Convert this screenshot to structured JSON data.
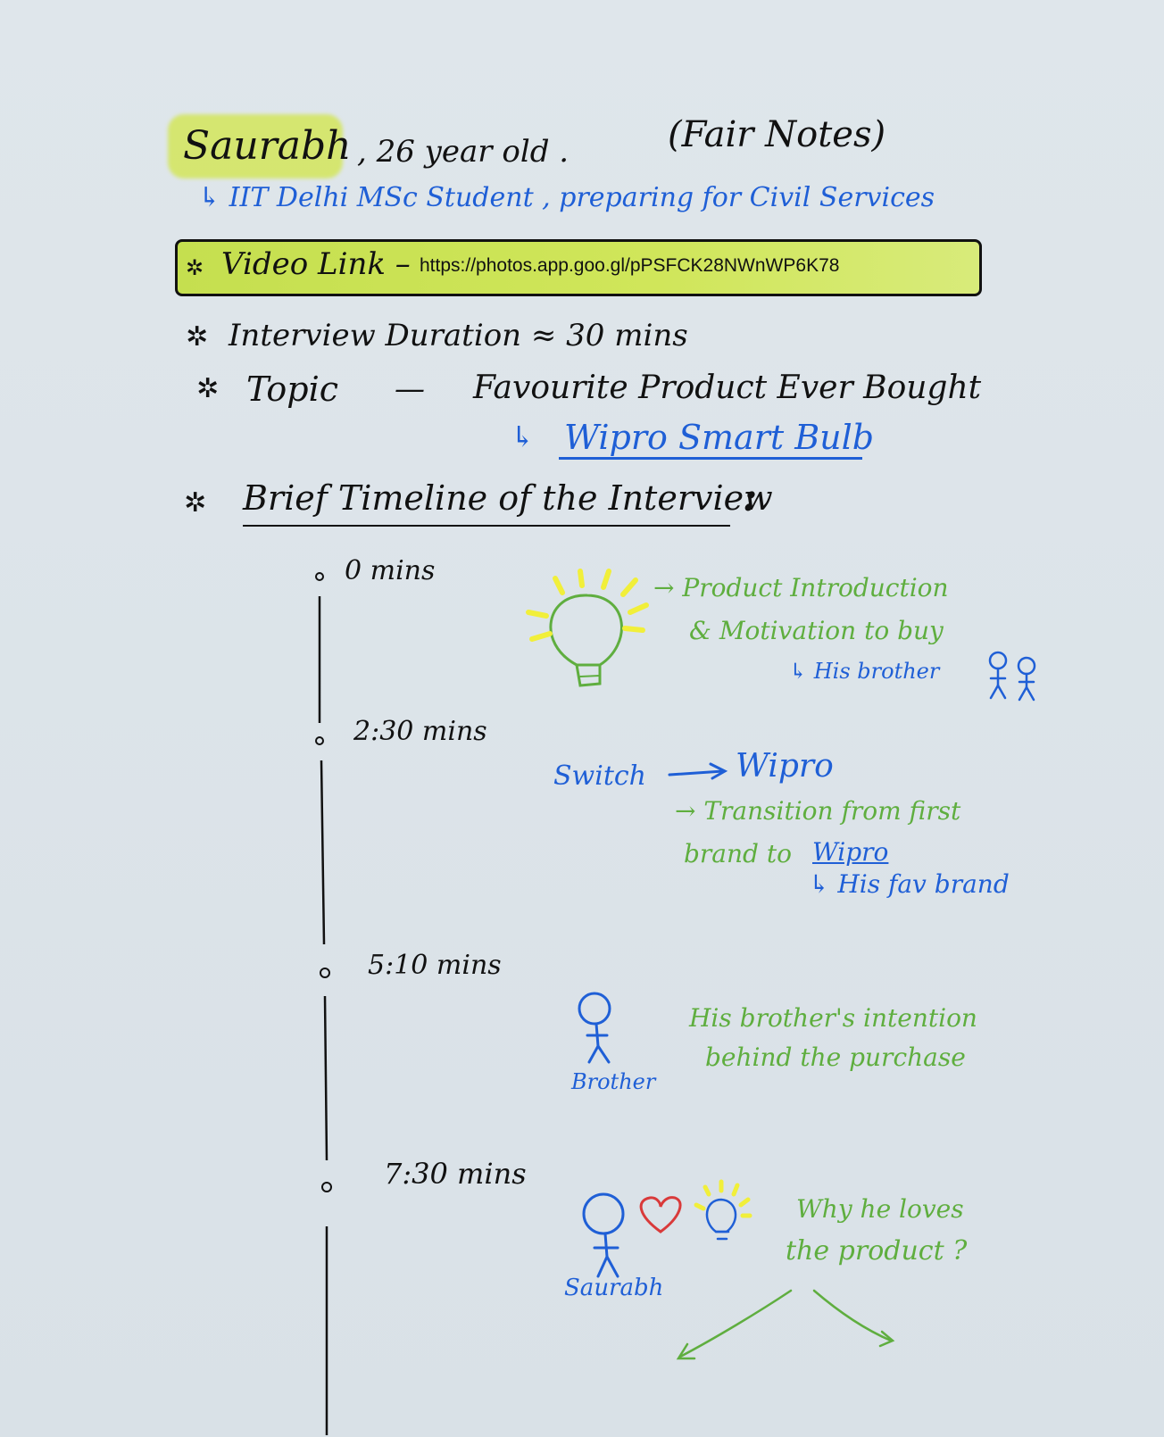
{
  "header": {
    "name": "Saurabh",
    "age": ", 26 year old .",
    "fair_notes": "(Fair Notes)",
    "subtitle": "↳ IIT Delhi  MSc  Student , preparing for Civil Services"
  },
  "video": {
    "label": "Video Link –",
    "url": "https://photos.app.goo.gl/pPSFCK28NWnWP6K78"
  },
  "facts": {
    "duration": "Interview  Duration  ≈  30 mins",
    "topic_label": "Topic",
    "topic_dash": "—",
    "topic_value": "Favourite  Product  Ever  Bought",
    "product": "Wipro Smart Bulb",
    "product_arrow": "↳"
  },
  "timeline": {
    "heading": "Brief Timeline of the Interview",
    "colon": ":",
    "entries": [
      {
        "time": "0 mins",
        "note_line1": "→ Product Introduction",
        "note_line2": "& Motivation to buy",
        "sub": "↳ His brother"
      },
      {
        "time": "2:30 mins",
        "switch": "Switch",
        "wipro": "Wipro",
        "note_line1": "→ Transition from first",
        "note_line2": "brand to",
        "note_wipro": "Wipro",
        "sub": "↳ His fav brand"
      },
      {
        "time": "5:10 mins",
        "figure_label": "Brother",
        "note_line1": "His brother's intention",
        "note_line2": "behind the purchase"
      },
      {
        "time": "7:30 mins",
        "figure_label": "Saurabh",
        "note_line1": "Why he loves",
        "note_line2": "the product ?"
      }
    ]
  },
  "colors": {
    "ink": "#111111",
    "blue": "#1f5fd6",
    "green": "#5fae3f",
    "highlight": "#c8e24a",
    "bulb_yellow": "#f1ef3a",
    "heart": "#d93a3a"
  },
  "icons": [
    "star-icon",
    "lightbulb-icon",
    "stick-figure-icon",
    "heart-icon",
    "arrow-icon"
  ]
}
